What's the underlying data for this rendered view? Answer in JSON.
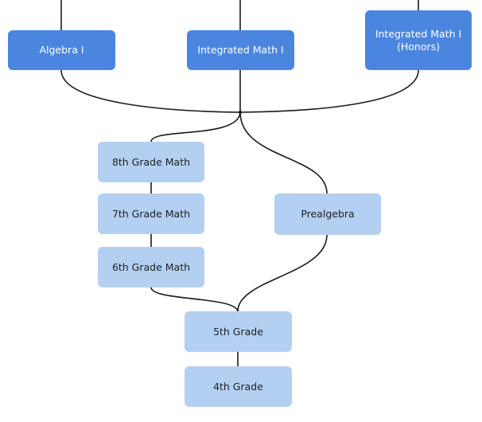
{
  "diagram": {
    "nodes": {
      "algebra_1": "Algebra I",
      "integrated_math_1": "Integrated Math I",
      "integrated_math_1_honors": "Integrated Math I\n(Honors)",
      "grade8_math": "8th Grade Math",
      "grade7_math": "7th Grade Math",
      "grade6_math": "6th Grade Math",
      "prealgebra": "Prealgebra",
      "grade5": "5th Grade",
      "grade4": "4th Grade"
    },
    "colors": {
      "advanced_course": "#4a86e0",
      "foundation_course": "#b3cff2",
      "connector": "#1a1a1a"
    }
  }
}
